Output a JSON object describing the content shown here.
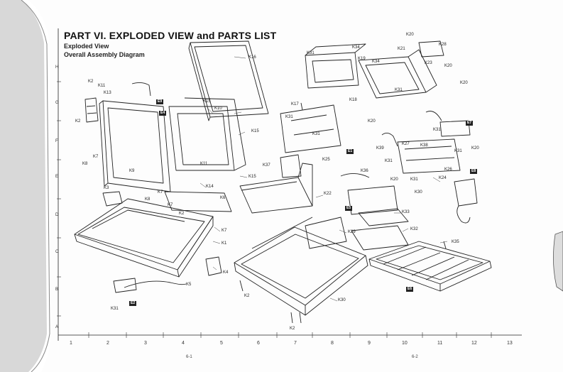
{
  "header": {
    "title": "PART VI. EXPLODED VIEW and PARTS LIST",
    "subtitle1": "Exploded View",
    "subtitle2": "Overall Assembly Diagram"
  },
  "side_rows": [
    "H",
    "G",
    "F",
    "E",
    "D",
    "C",
    "B",
    "A"
  ],
  "ruler": [
    "1",
    "2",
    "3",
    "4",
    "5",
    "6",
    "7",
    "8",
    "9",
    "10",
    "11",
    "12",
    "13"
  ],
  "page_numbers": {
    "left": "6-1",
    "right": "6-2"
  },
  "parts": {
    "k1": "K1",
    "k2a": "K2",
    "k2b": "K2",
    "k2c": "K2",
    "k2d": "K2",
    "k3": "K3",
    "k4": "K4",
    "k5": "K5",
    "k6": "K6",
    "k7a": "K7",
    "k7b": "K7",
    "k7c": "K7",
    "k7d": "K7",
    "k8a": "K8",
    "k8b": "K8",
    "k9": "K9",
    "k10": "K10",
    "k11a": "K11",
    "k11b": "K11",
    "k13": "K13",
    "k14": "K14",
    "k15a": "K15",
    "k15b": "K15",
    "k15c": "K15",
    "k16": "K16",
    "k17": "K17",
    "k18": "K18",
    "k19": "K19",
    "k20a": "K20",
    "k20b": "K20",
    "k20c": "K20",
    "k20d": "K20",
    "k20e": "K20",
    "k20f": "K20",
    "k21": "K21",
    "k22": "K22",
    "k23": "K23",
    "k24": "K24",
    "k25": "K25",
    "k26": "K26",
    "k27": "K27",
    "k28": "K28",
    "k29": "K29",
    "k30": "K30",
    "k30b": "K30",
    "k31a": "K31",
    "k31b": "K31",
    "k31c": "K31",
    "k31d": "K31",
    "k31e": "K31",
    "k31f": "K31",
    "k31g": "K31",
    "k31h": "K31",
    "k32": "K32",
    "k33": "K33",
    "k34a": "K34",
    "k34b": "K34",
    "k35": "K35",
    "k36": "K36",
    "k37": "K37",
    "k38": "K38",
    "k39": "K39"
  },
  "tags": {
    "e1": "E1",
    "e2": "E2",
    "e3": "E3",
    "e4": "E4",
    "e5": "E5",
    "e6": "E6",
    "e7": "E7",
    "e8": "E8",
    "e9": "E9"
  }
}
